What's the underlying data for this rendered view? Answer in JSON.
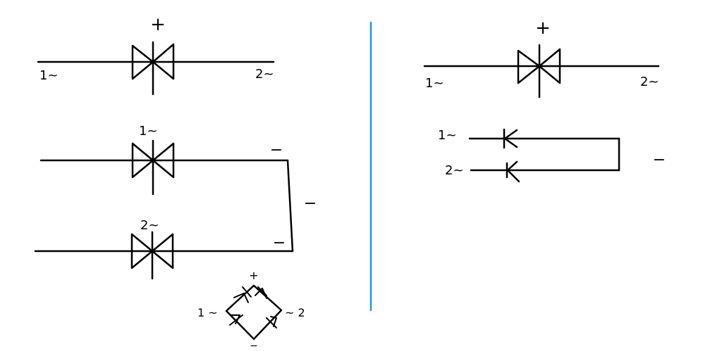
{
  "colors": {
    "ink": "#000000",
    "divider": "#1a9ad6",
    "background": "#ffffff"
  },
  "left_panel": {
    "top_circuit": {
      "top_symbol": "+",
      "left_label": "1~",
      "right_label": "2~"
    },
    "middle_circuit": {
      "upper_label": "1~",
      "lower_label": "2~",
      "upper_right_sign": "−",
      "side_sign": "−",
      "lower_right_sign": "−"
    },
    "bridge": {
      "top_symbol": "+",
      "bottom_symbol": "−",
      "left_label": "1 ~",
      "right_label": "~ 2"
    }
  },
  "right_panel": {
    "top_circuit": {
      "top_symbol": "+",
      "left_label": "1~",
      "right_label": "2~"
    },
    "lower_circuit": {
      "upper_label": "1~",
      "lower_label": "2~",
      "side_sign": "−"
    }
  }
}
